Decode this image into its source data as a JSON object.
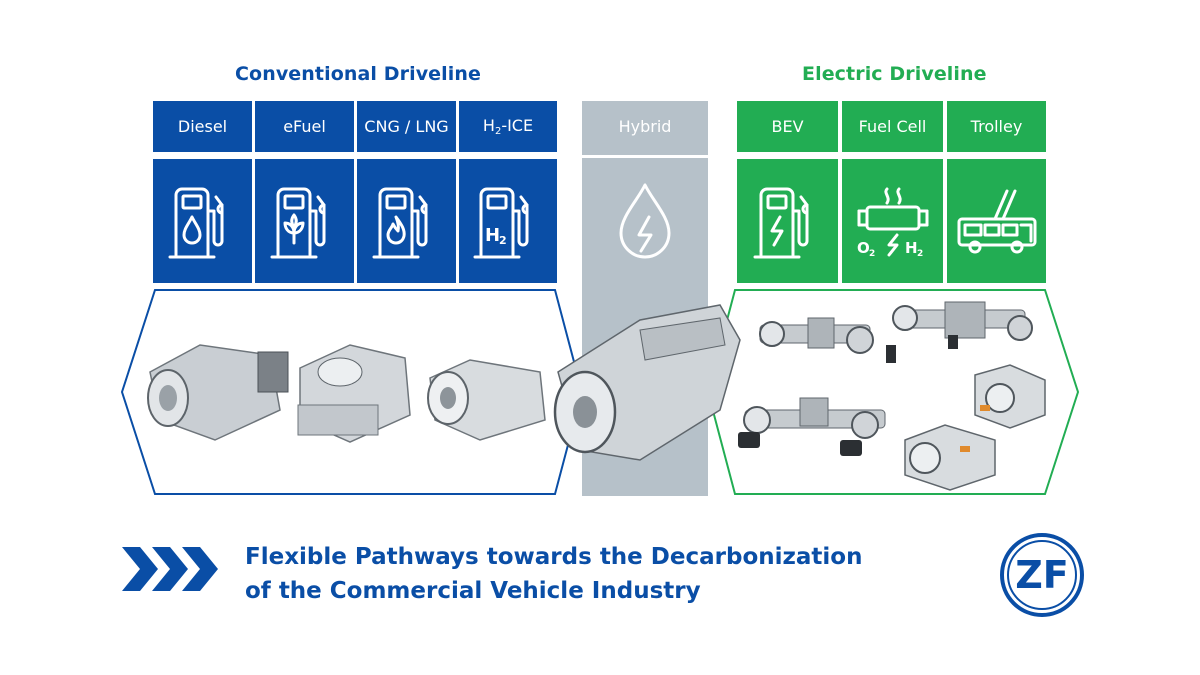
{
  "sections": {
    "conventional": {
      "title": "Conventional Driveline",
      "color": "#0a4ea6",
      "items": [
        {
          "label": "Diesel",
          "icon": "fuel-pump-droplet-icon"
        },
        {
          "label": "eFuel",
          "icon": "fuel-pump-plant-icon"
        },
        {
          "label": "CNG / LNG",
          "icon": "fuel-pump-flame-icon"
        },
        {
          "label_main": "H",
          "label_sub": "2",
          "label_rest": "-ICE",
          "icon": "fuel-pump-h2-icon",
          "icon_text": "H",
          "icon_sub": "2"
        }
      ]
    },
    "hybrid": {
      "label": "Hybrid",
      "color": "#b6c1c9",
      "icon": "droplet-lightning-icon"
    },
    "electric": {
      "title": "Electric Driveline",
      "color": "#22ad53",
      "items": [
        {
          "label": "BEV",
          "icon": "charging-station-icon"
        },
        {
          "label": "Fuel Cell",
          "icon": "fuel-cell-icon",
          "o2_main": "O",
          "o2_sub": "2",
          "h2_main": "H",
          "h2_sub": "2"
        },
        {
          "label": "Trolley",
          "icon": "trolley-bus-icon"
        }
      ]
    }
  },
  "headline": {
    "line1": "Flexible Pathways towards the Decarbonization",
    "line2": "of the Commercial Vehicle Industry"
  },
  "logo": {
    "text": "ZF",
    "icon": "zf-logo"
  },
  "arrows_icon": "triple-chevron-right-icon"
}
